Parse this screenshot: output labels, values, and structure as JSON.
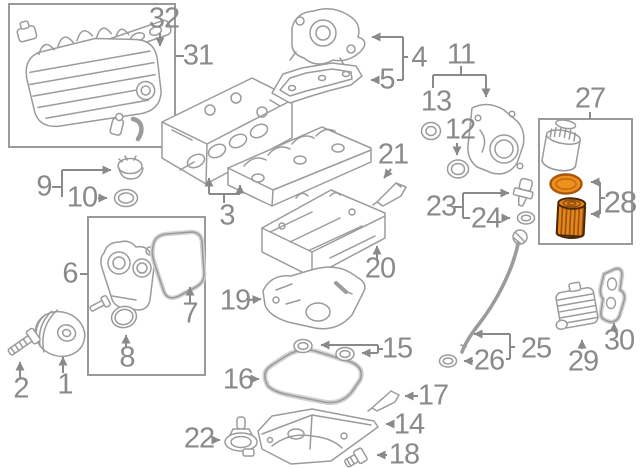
{
  "diagram": {
    "kind": "exploded-engine-parts-diagram",
    "background": "#ffffff",
    "line_color": "#9b9b9b",
    "label_color": "#8a8a8a",
    "highlight_fill": "#ef8f1d",
    "highlight_stroke": "#a8560c",
    "highlighted_part_nums": [
      "28"
    ],
    "grouping_boxes": [
      "31",
      "6",
      "27"
    ],
    "parts": [
      {
        "num": "1"
      },
      {
        "num": "2"
      },
      {
        "num": "3"
      },
      {
        "num": "4"
      },
      {
        "num": "5"
      },
      {
        "num": "6"
      },
      {
        "num": "7"
      },
      {
        "num": "8"
      },
      {
        "num": "9"
      },
      {
        "num": "10"
      },
      {
        "num": "11"
      },
      {
        "num": "12"
      },
      {
        "num": "13"
      },
      {
        "num": "14"
      },
      {
        "num": "15"
      },
      {
        "num": "16"
      },
      {
        "num": "17"
      },
      {
        "num": "18"
      },
      {
        "num": "19"
      },
      {
        "num": "20"
      },
      {
        "num": "21"
      },
      {
        "num": "22"
      },
      {
        "num": "23"
      },
      {
        "num": "24"
      },
      {
        "num": "25"
      },
      {
        "num": "26"
      },
      {
        "num": "27"
      },
      {
        "num": "28"
      },
      {
        "num": "29"
      },
      {
        "num": "30"
      },
      {
        "num": "31"
      },
      {
        "num": "32"
      }
    ]
  }
}
